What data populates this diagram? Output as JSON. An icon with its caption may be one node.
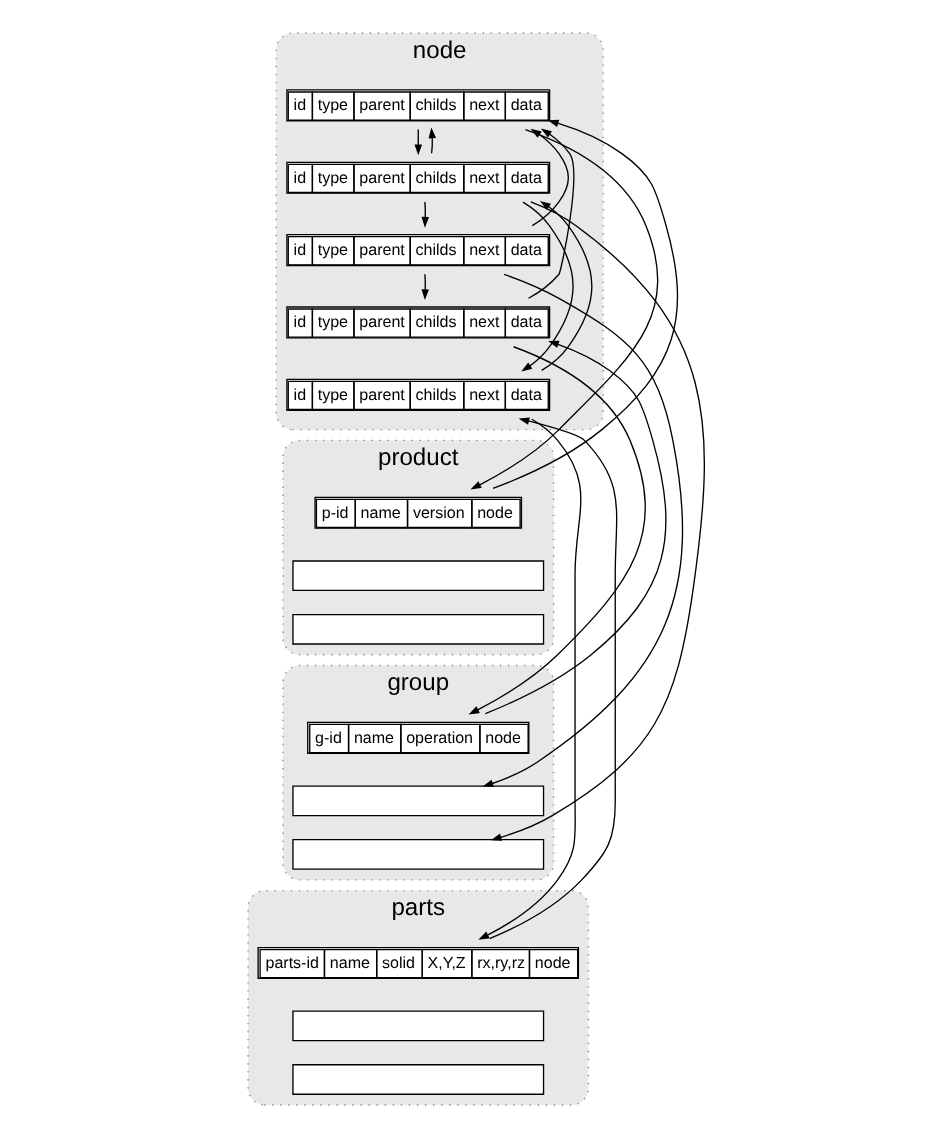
{
  "diagram": {
    "nodes": [
      {
        "text": [
          "node"
        ]
      },
      {
        "text": [
          "id",
          "type",
          "parent",
          "childs",
          "next",
          "data"
        ],
        "in": 0
      },
      {
        "text": [
          "id",
          "type",
          "parent",
          "childs",
          "next",
          "data"
        ],
        "in": 0
      },
      {
        "text": [
          "id",
          "type",
          "parent",
          "childs",
          "next",
          "data"
        ],
        "in": 0
      },
      {
        "text": [
          "id",
          "type",
          "parent",
          "childs",
          "next",
          "data"
        ],
        "in": 0
      },
      {
        "text": [
          "id",
          "type",
          "parent",
          "childs",
          "next",
          "data"
        ],
        "in": 0
      },
      {
        "text": [
          "product"
        ]
      },
      {
        "text": [
          "p-id",
          "name",
          "version",
          "node"
        ],
        "in": 6
      },
      {
        "text": [],
        "shape": "box",
        "in": 6
      },
      {
        "text": [],
        "shape": "box",
        "in": 6
      },
      {
        "text": [
          "group"
        ]
      },
      {
        "text": [
          "g-id",
          "name",
          "operation",
          "node"
        ],
        "in": 10
      },
      {
        "text": [],
        "shape": "box",
        "in": 10
      },
      {
        "text": [],
        "shape": "box",
        "in": 10
      },
      {
        "text": [
          "parts"
        ]
      },
      {
        "text": [
          "parts-id",
          "name",
          "solid",
          "X,Y,Z",
          "rx,ry,rz",
          "node"
        ],
        "in": 14
      },
      {
        "text": [],
        "shape": "box",
        "in": 14
      },
      {
        "text": [],
        "shape": "box",
        "in": 14
      }
    ],
    "edges": [
      {
        "from": 1,
        "to": 2,
        "arrow": "to"
      },
      {
        "from": 1,
        "to": 7,
        "arrow": "to"
      },
      {
        "from": 2,
        "to": 1,
        "arrow": "to"
      },
      {
        "from": 2,
        "to": 3,
        "arrow": "to"
      },
      {
        "from": 2,
        "to": 5,
        "arrow": "to"
      },
      {
        "from": 2,
        "to": 13,
        "arrow": "to"
      },
      {
        "from": 3,
        "to": 1,
        "arrow": "to"
      },
      {
        "from": 3,
        "to": 4,
        "arrow": "to"
      },
      {
        "from": 3,
        "to": 12,
        "arrow": "to"
      },
      {
        "from": 4,
        "to": 1,
        "arrow": "to"
      },
      {
        "from": 4,
        "to": 11,
        "arrow": "to"
      },
      {
        "from": 5,
        "to": 2,
        "arrow": "to"
      },
      {
        "from": 5,
        "to": 15,
        "arrow": "to"
      },
      {
        "from": 7,
        "to": 1,
        "arrow": "to"
      },
      {
        "from": 11,
        "to": 4,
        "arrow": "to"
      },
      {
        "from": 15,
        "to": 5,
        "arrow": "to"
      }
    ]
  }
}
